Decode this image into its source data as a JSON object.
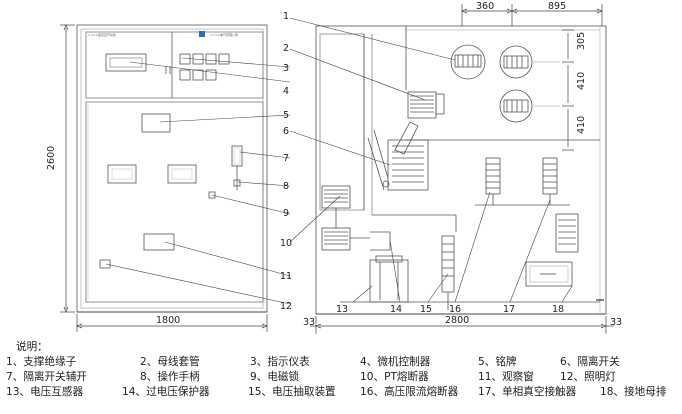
{
  "diagram": {
    "front_dims": {
      "height": "2600",
      "width": "1800"
    },
    "side_dims": {
      "top_a": "360",
      "top_b": "895",
      "right_a": "305",
      "right_b": "410",
      "right_c": "410",
      "depth": "2800",
      "margin_left": "33",
      "margin_right": "33"
    },
    "panel_caption": "××××型高压开关柜",
    "brand_caption": "××××电气有限公司",
    "callouts": [
      "1",
      "2",
      "3",
      "4",
      "5",
      "6",
      "7",
      "8",
      "9",
      "10",
      "11",
      "12",
      "13",
      "14",
      "15",
      "16",
      "17",
      "18"
    ]
  },
  "legend": {
    "title": "说明：",
    "items": [
      "1、支撑绝缘子",
      "2、母线套管",
      "3、指示仪表",
      "4、微机控制器",
      "5、铭牌",
      "6、隔离开关",
      "7、隔离开关辅开",
      "8、操作手柄",
      "9、电磁锁",
      "10、PT熔断器",
      "11、观察窗",
      "12、照明灯",
      "13、电压互感器",
      "14、过电压保护器",
      "15、电压抽取装置",
      "16、高压限流熔断器",
      "17、单相真空接触器",
      "18、接地母排"
    ]
  }
}
